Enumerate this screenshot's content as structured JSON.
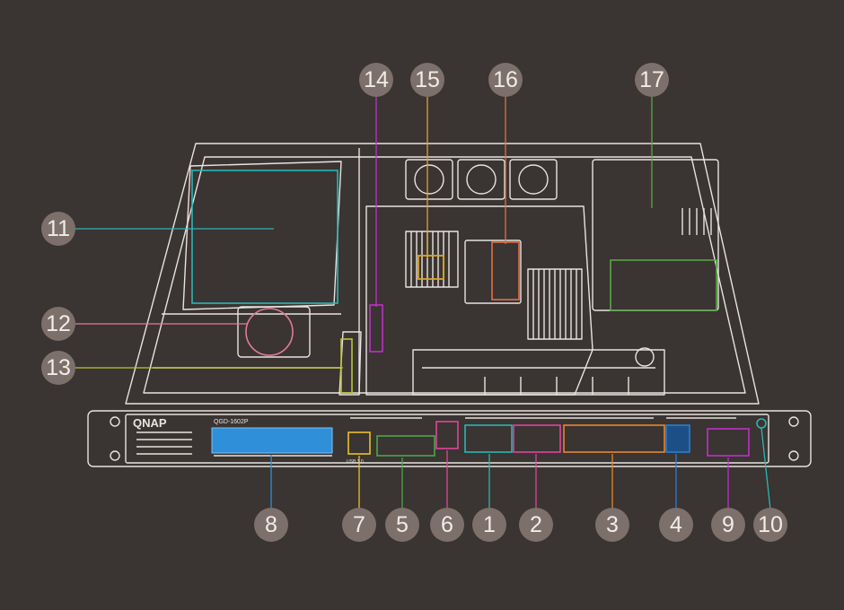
{
  "brand": {
    "logo_text": "QNAP",
    "model": "QGD-1602P",
    "usb_label": "USB 3.0"
  },
  "callouts": [
    {
      "id": "c1",
      "label": "1"
    },
    {
      "id": "c2",
      "label": "2"
    },
    {
      "id": "c3",
      "label": "3"
    },
    {
      "id": "c4",
      "label": "4"
    },
    {
      "id": "c5",
      "label": "5"
    },
    {
      "id": "c6",
      "label": "6"
    },
    {
      "id": "c7",
      "label": "7"
    },
    {
      "id": "c8",
      "label": "8"
    },
    {
      "id": "c9",
      "label": "9"
    },
    {
      "id": "c10",
      "label": "10"
    },
    {
      "id": "c11",
      "label": "11"
    },
    {
      "id": "c12",
      "label": "12"
    },
    {
      "id": "c13",
      "label": "13"
    },
    {
      "id": "c14",
      "label": "14"
    },
    {
      "id": "c15",
      "label": "15"
    },
    {
      "id": "c16",
      "label": "16"
    },
    {
      "id": "c17",
      "label": "17"
    }
  ],
  "colors": {
    "background": "#3a3432",
    "outline": "#e8e4e0",
    "callout_fill": "#7d706b",
    "callout_text": "#f2ece8",
    "teal": "#2ab7b4",
    "magenta": "#e0459a",
    "orange": "#e8882a",
    "blue": "#2a7fd0",
    "violet": "#c030c8",
    "yellow": "#e6c42a",
    "green": "#4aa84a",
    "olive": "#b8c63a",
    "gold": "#d9a52a",
    "pink": "#e07aa0",
    "salmon": "#e0704a",
    "leaf": "#5aa84a",
    "lcd": "#2f8fd8"
  }
}
